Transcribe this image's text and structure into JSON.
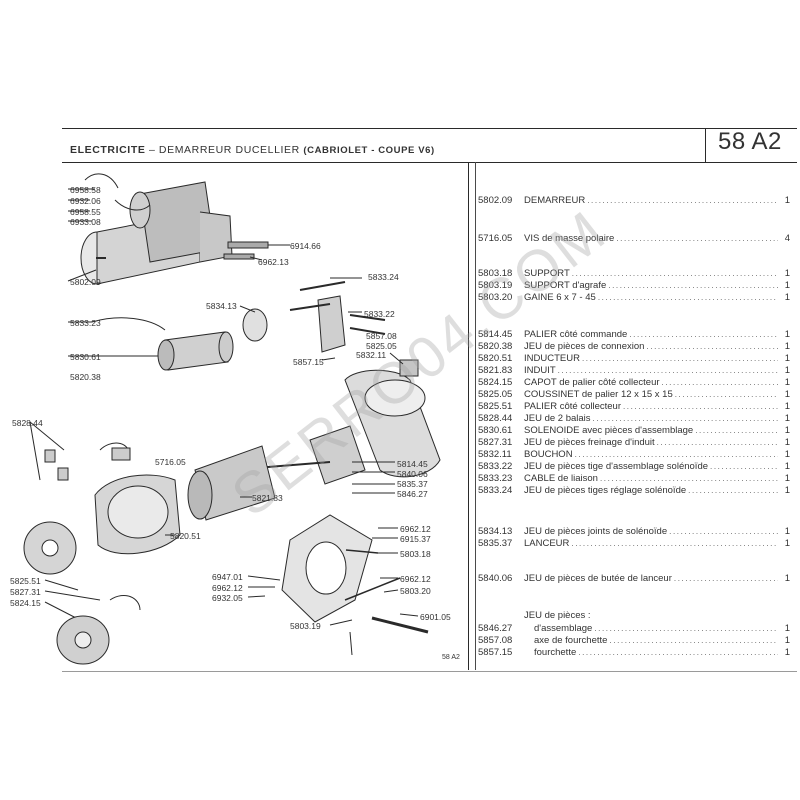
{
  "header": {
    "section": "ELECTRICITE",
    "dash": " – ",
    "subject": "DEMARREUR DUCELLIER ",
    "variant": "(CABRIOLET - COUPE V6)",
    "code": "58 A2"
  },
  "watermark": "SERRO04.COM",
  "diagram": {
    "footer_code": "58 A2",
    "callouts": [
      "6958.58",
      "6932.06",
      "6958.55",
      "6933.08",
      "5802.09",
      "6914.66",
      "6962.13",
      "5833.24",
      "5834.13",
      "5833.22",
      "5833.23",
      "5830.61",
      "5857.08",
      "5825.05",
      "5857.15",
      "5832.11",
      "5820.38",
      "5828.44",
      "5716.05",
      "5814.45",
      "5840.06",
      "5835.37",
      "5846.27",
      "5821.83",
      "5820.51",
      "6962.12",
      "6915.37",
      "5803.18",
      "6947.01",
      "6962.12",
      "6932.05",
      "6962.12",
      "5803.20",
      "5803.19",
      "6901.05",
      "5825.51",
      "5827.31",
      "5824.15"
    ]
  },
  "parts": [
    {
      "ref": "5802.09",
      "desc": "DEMARREUR",
      "qty": "1"
    },
    {
      "ref": "5716.05",
      "desc": "VIS de masse polaire",
      "qty": "4"
    },
    {
      "ref": "5803.18",
      "desc": "SUPPORT",
      "qty": "1"
    },
    {
      "ref": "5803.19",
      "desc": "SUPPORT d'agrafe",
      "qty": "1"
    },
    {
      "ref": "5803.20",
      "desc": "GAINE 6 x 7 - 45",
      "qty": "1"
    },
    {
      "ref": "5814.45",
      "desc": "PALIER côté commande",
      "qty": "1"
    },
    {
      "ref": "5820.38",
      "desc": "JEU de pièces de connexion",
      "qty": "1"
    },
    {
      "ref": "5820.51",
      "desc": "INDUCTEUR",
      "qty": "1"
    },
    {
      "ref": "5821.83",
      "desc": "INDUIT",
      "qty": "1"
    },
    {
      "ref": "5824.15",
      "desc": "CAPOT de palier côté collecteur",
      "qty": "1"
    },
    {
      "ref": "5825.05",
      "desc": "COUSSINET de palier 12 x 15 x 15",
      "qty": "1"
    },
    {
      "ref": "5825.51",
      "desc": "PALIER côté collecteur",
      "qty": "1"
    },
    {
      "ref": "5828.44",
      "desc": "JEU de 2 balais",
      "qty": "1"
    },
    {
      "ref": "5830.61",
      "desc": "SOLENOIDE avec pièces d'assemblage",
      "qty": "1"
    },
    {
      "ref": "5827.31",
      "desc": "JEU de pièces freinage d'induit",
      "qty": "1"
    },
    {
      "ref": "5832.11",
      "desc": "BOUCHON",
      "qty": "1"
    },
    {
      "ref": "5833.22",
      "desc": "JEU de pièces tige d'assemblage solénoïde",
      "qty": "1"
    },
    {
      "ref": "5833.23",
      "desc": "CABLE de liaison",
      "qty": "1"
    },
    {
      "ref": "5833.24",
      "desc": "JEU de pièces tiges réglage solénoïde",
      "qty": "1"
    },
    {
      "ref": "5834.13",
      "desc": "JEU de pièces joints de solénoïde",
      "qty": "1"
    },
    {
      "ref": "5835.37",
      "desc": "LANCEUR",
      "qty": "1"
    },
    {
      "ref": "5840.06",
      "desc": "JEU de pièces de butée de lanceur",
      "qty": "1"
    },
    {
      "ref": "",
      "desc": "JEU de pièces :",
      "qty": ""
    },
    {
      "ref": "5846.27",
      "desc": "d'assemblage",
      "qty": "1"
    },
    {
      "ref": "5857.08",
      "desc": "axe de fourchette",
      "qty": "1"
    },
    {
      "ref": "5857.15",
      "desc": "fourchette",
      "qty": "1"
    }
  ]
}
